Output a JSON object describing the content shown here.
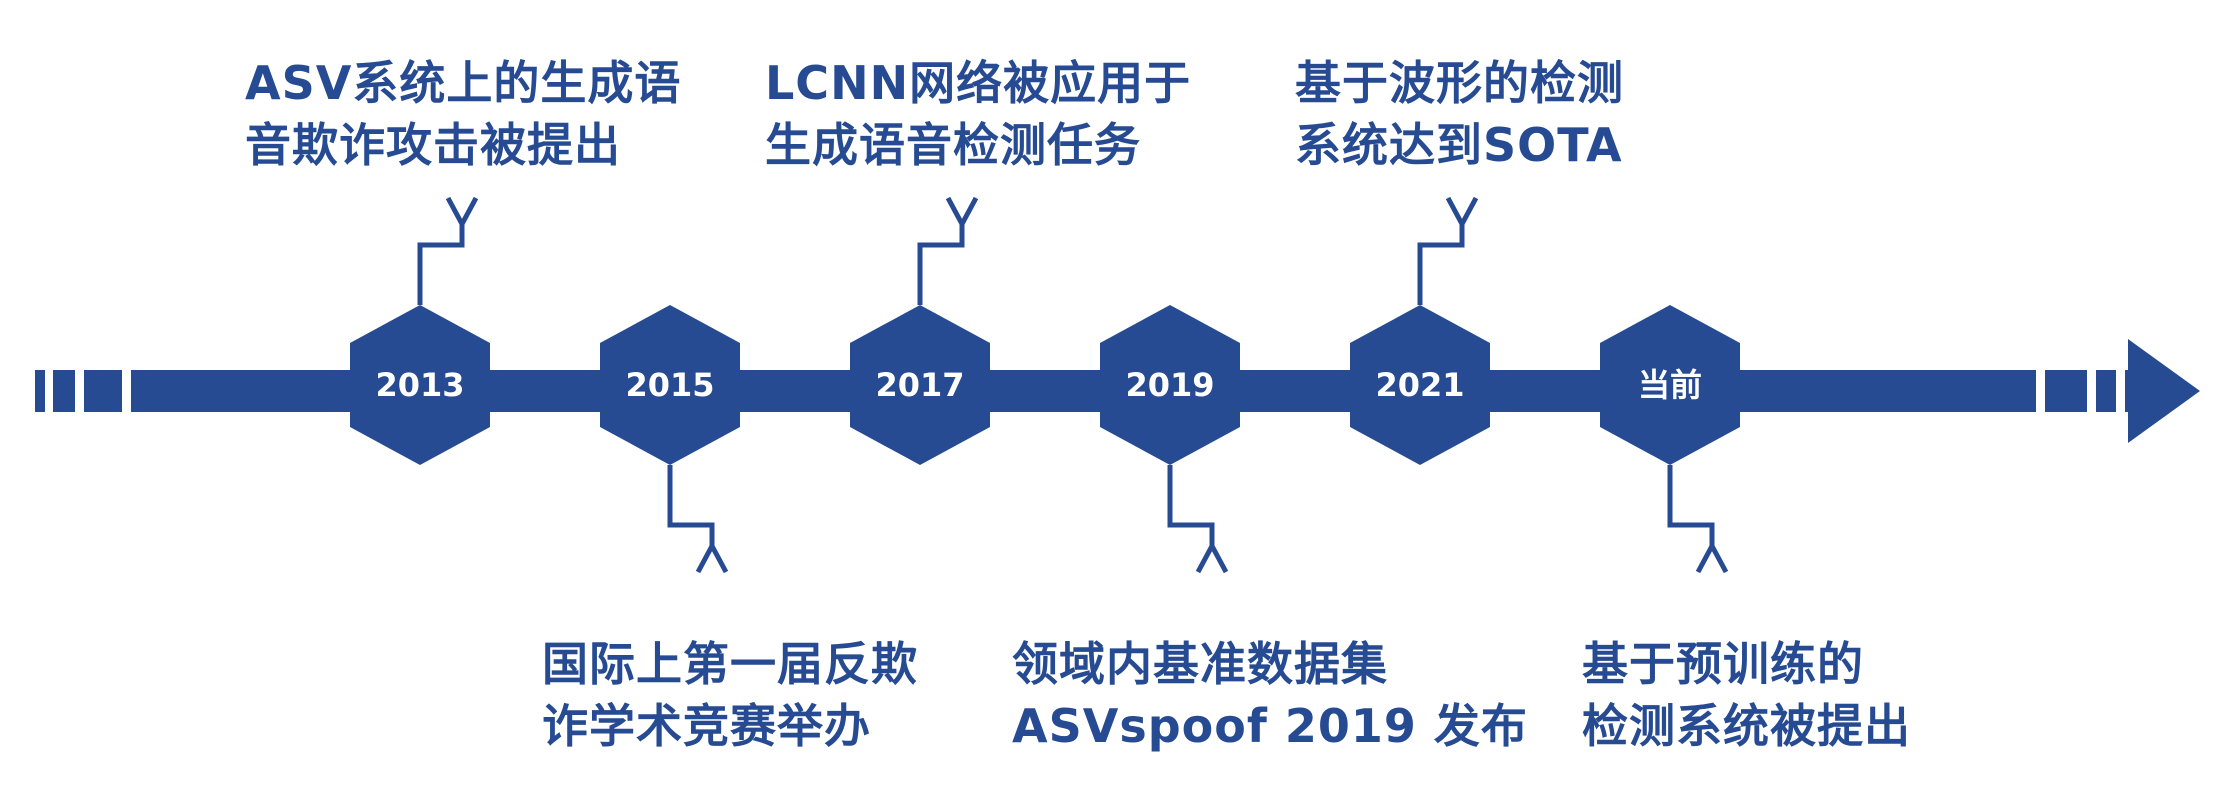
{
  "colors": {
    "primary": "#264b92",
    "background": "#ffffff",
    "node_label": "#ffffff"
  },
  "timeline": {
    "nodes": [
      {
        "label": "2013",
        "direction": "up",
        "event": [
          "ASV系统上的生成语",
          "音欺诈攻击被提出"
        ]
      },
      {
        "label": "2015",
        "direction": "down",
        "event": [
          "国际上第一届反欺",
          "诈学术竞赛举办"
        ]
      },
      {
        "label": "2017",
        "direction": "up",
        "event": [
          "LCNN网络被应用于",
          "生成语音检测任务"
        ]
      },
      {
        "label": "2019",
        "direction": "down",
        "event": [
          "领域内基准数据集",
          "ASVspoof 2019 发布"
        ]
      },
      {
        "label": "2021",
        "direction": "up",
        "event": [
          "基于波形的检测",
          "系统达到SOTA"
        ]
      },
      {
        "label": "当前",
        "direction": "down",
        "event": [
          "基于预训练的",
          "检测系统被提出"
        ]
      }
    ]
  }
}
